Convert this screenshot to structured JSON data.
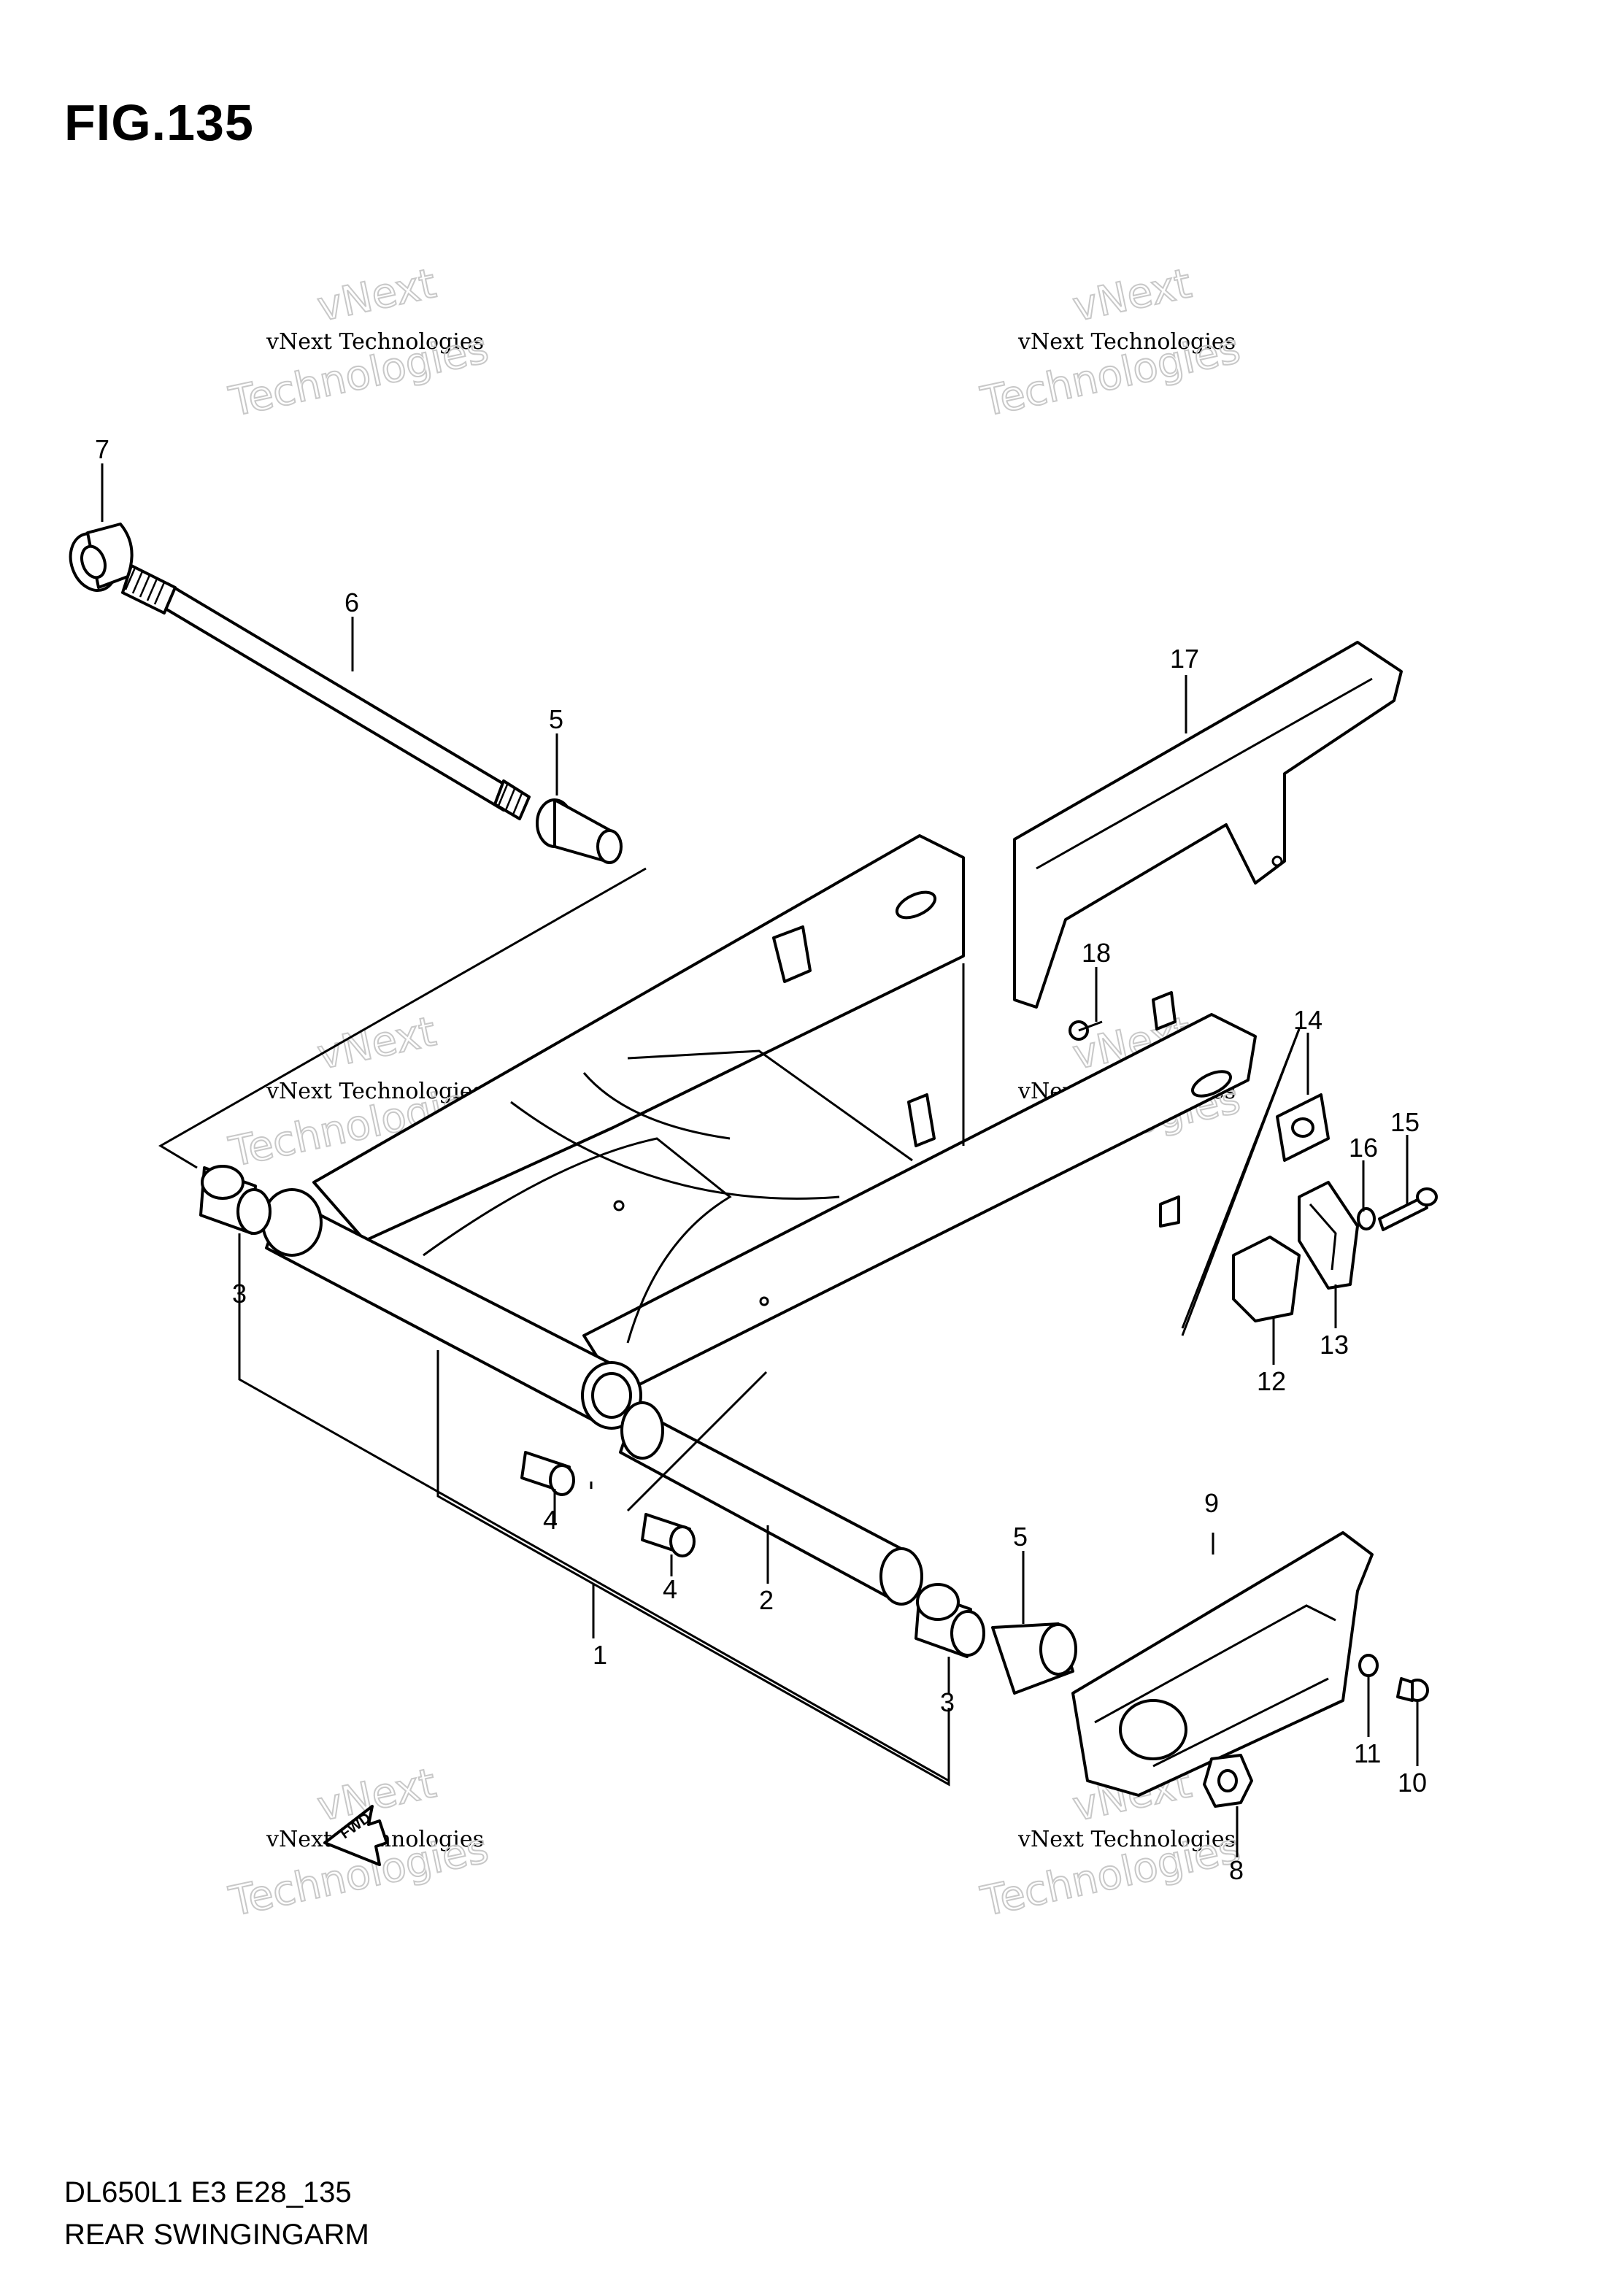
{
  "figure": {
    "title": "FIG.135"
  },
  "footer": {
    "model_code": "DL650L1 E3 E28_135",
    "caption": "REAR SWINGINGARM"
  },
  "watermark": {
    "line1": "vNext Technologies",
    "line2": "Technologies",
    "line3": "vNext"
  },
  "arrow_label": "FWD",
  "callouts": [
    "1",
    "2",
    "3",
    "3",
    "4",
    "4",
    "5",
    "5",
    "6",
    "7",
    "8",
    "9",
    "10",
    "11",
    "12",
    "13",
    "14",
    "15",
    "16",
    "17",
    "18"
  ]
}
